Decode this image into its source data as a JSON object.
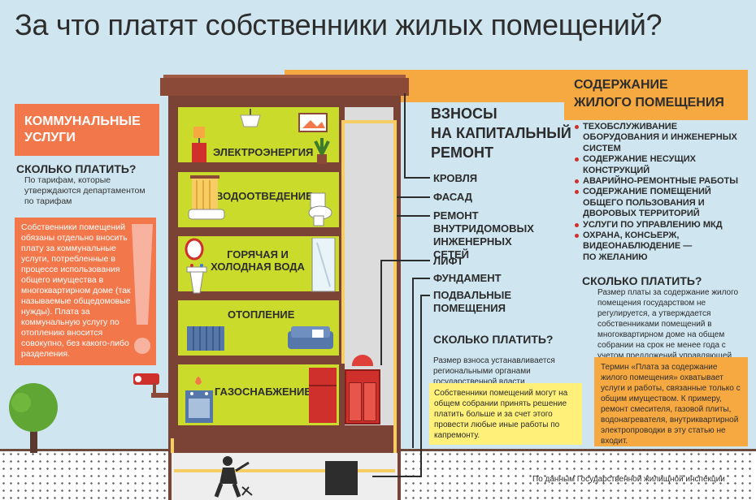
{
  "title": "За что платят собственники жилых помещений?",
  "left": {
    "heading_line1": "КОММУНАЛЬНЫЕ",
    "heading_line2": "УСЛУГИ",
    "question": "СКОЛЬКО ПЛАТИТЬ?",
    "answer": "По тарифам, которые утверждаются департаментом по тарифам",
    "box_text": "Собственники помещений обязаны отдельно вносить плату за коммунальные услуги, потребленные в процессе использования общего имущества в многоквартирном доме (так называемые общедомовые нужды). Плата за коммунальную услугу по отоплению вносится совокупно, без какого-либо разделения."
  },
  "floors": [
    {
      "label": "ЭЛЕКТРОЭНЕРГИЯ"
    },
    {
      "label": "ВОДООТВЕДЕНИЕ"
    },
    {
      "label": "ГОРЯЧАЯ И ХОЛОДНАЯ ВОДА"
    },
    {
      "label": "ОТОПЛЕНИЕ"
    },
    {
      "label": "ГАЗОСНАБЖЕНИЕ"
    }
  ],
  "middle": {
    "heading_line1": "ВЗНОСЫ",
    "heading_line2": "НА КАПИТАЛЬНЫЙ",
    "heading_line3": "РЕМОНТ",
    "items": [
      "КРОВЛЯ",
      "ФАСАД",
      "РЕМОНТ ВНУТРИДОМОВЫХ ИНЖЕНЕРНЫХ СЕТЕЙ",
      "ЛИФТ",
      "ФУНДАМЕНТ",
      "ПОДВАЛЬНЫЕ ПОМЕЩЕНИЯ"
    ],
    "question": "СКОЛЬКО ПЛАТИТЬ?",
    "answer": "Размер взноса устанавливается региональными органами государственной власти",
    "box_text": "Собственники помещений могут на общем собрании принять решение платить больше и за счет этого провести любые иные работы по капремонту."
  },
  "right": {
    "heading_line1": "СОДЕРЖАНИЕ",
    "heading_line2": "ЖИЛОГО ПОМЕЩЕНИЯ",
    "items": [
      "ТЕХОБСЛУЖИВАНИЕ ОБОРУДОВАНИЯ И ИНЖЕНЕРНЫХ СИСТЕМ",
      "СОДЕРЖАНИЕ НЕСУЩИХ КОНСТРУКЦИЙ",
      "АВАРИЙНО-РЕМОНТНЫЕ РАБОТЫ",
      "СОДЕРЖАНИЕ ПОМЕЩЕНИЙ ОБЩЕГО ПОЛЬЗОВАНИЯ И ДВОРОВЫХ ТЕРРИТОРИЙ",
      "УСЛУГИ ПО УПРАВЛЕНИЮ МКД",
      "ОХРАНА, КОНСЬЕРЖ, ВИДЕОНАБЛЮДЕНИЕ — ПО ЖЕЛАНИЮ"
    ],
    "question": "СКОЛЬКО ПЛАТИТЬ?",
    "answer": "Размер платы за содержание жилого помещения государством не регулируется, а утверждается собственниками помещений в многоквартирном доме на общем собрании на срок не менее года с учетом предложений управляющей организации.",
    "box_text": "Термин «Плата за содержание жилого помещения» охватывает услуги и работы, связанные только с общим имуществом. К примеру, ремонт смесителя, газовой плиты, водонагревателя, внутриквартирной электропроводки в эту статью не входит."
  },
  "source": "По данным Государственной жилищной инспекции",
  "colors": {
    "background": "#cfe6f0",
    "orange_red": "#f2784b",
    "orange": "#f7a941",
    "floor_green": "#cadb2c",
    "wall_brown": "#7b4336",
    "yellow_box": "#fff07a"
  }
}
